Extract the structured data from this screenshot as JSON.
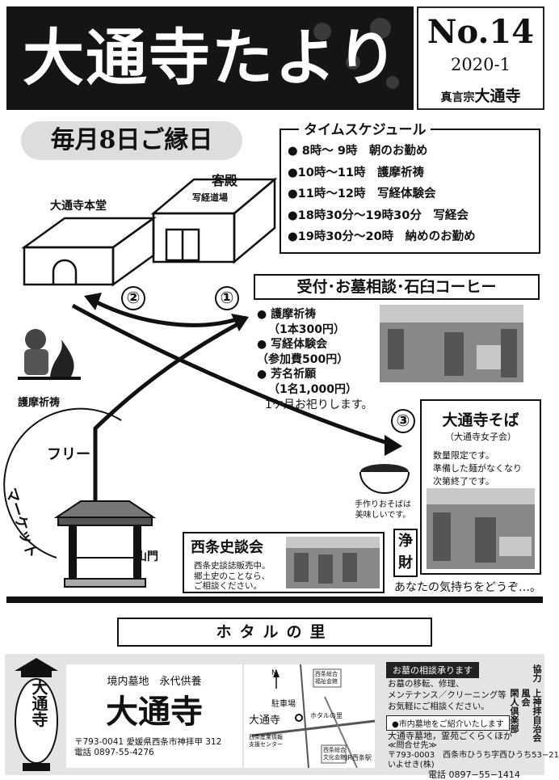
{
  "header": {
    "title": "大通寺たより",
    "issue_no": "No.14",
    "date": "2020-1",
    "sect": "真言宗",
    "temple": "大通寺"
  },
  "banner": {
    "monthly": "毎月8日ご縁日"
  },
  "schedule": {
    "title": "タイムスケジュール",
    "items": [
      "● 8時～ 9時　朝のお勤め",
      "●10時～11時　護摩祈祷",
      "●11時～12時　写経体験会",
      "●18時30分～19時30分　写経会",
      "●19時30分～20時　納めのお勤め"
    ]
  },
  "buildings": {
    "main_hall": "大通寺本堂",
    "guest_hall": "客殿",
    "sutra_room": "写経道場"
  },
  "reception": {
    "title": "受付･お墓相談･石臼コーヒー",
    "items": [
      "● 護摩祈祷",
      "（1本300円）",
      "● 写経体験会",
      "（参加費500円）",
      "● 芳名祈願",
      "（1名1,000円）",
      "1ケ月お祀りします。"
    ]
  },
  "goma_label": "護摩祈祷",
  "markers": {
    "one": "①",
    "two": "②",
    "three": "③"
  },
  "market": {
    "line1": "フリー",
    "line2": "マーケット"
  },
  "sanmon": "山門",
  "soba": {
    "title": "大通寺そば",
    "subtitle": "（大通寺女子会）",
    "lines": [
      "数量限定です。",
      "準備した麺がなくなり",
      "次第終了です。"
    ],
    "note_line1": "手作りおそばは",
    "note_line2": "美味しいです。"
  },
  "saijo": {
    "title": "西条史談会",
    "lines": [
      "西条史談誌販売中。",
      "郷土史のことなら、",
      "ご相談ください。"
    ]
  },
  "jozai": {
    "c1": "浄",
    "c2": "財"
  },
  "kimochi": "あなたの気持ちをどうぞ…。",
  "hotaru": "ホタルの里",
  "footer": {
    "lantern": "大通寺",
    "headline": "境内墓地　永代供養",
    "name": "大通寺",
    "address": "〒793-0041 愛媛県西条市神拝甲 312",
    "phone": "電話 0897-55-4276",
    "map": {
      "north": "N",
      "label_temple": "大通寺",
      "label_parking": "駐車場",
      "label_hotaru": "ホタルの里",
      "label_station": "JR西条駅",
      "label_welfare": "西条総合福祉会館",
      "label_center": "西条産業情報支援センター",
      "label_culture": "西条総合文化会館"
    },
    "consult_badge": "お墓の相談承ります",
    "consult_lines": [
      "お墓の移転、修理、",
      "メンテナンス／クリーニング等",
      "お気軽にご相談ください。"
    ],
    "intro_badge": "●市内墓地をご紹介いたします",
    "cemetery": "大通寺墓地，霊苑ごくらくほか",
    "contact_label": "≪問合せ先≫",
    "contact_addr": "〒793-0003　西条市ひうち字西ひうち53−21",
    "contact_company": "いよせき(株)",
    "contact_phone": "電話 0897−55−1414",
    "cooperation": "協力",
    "coop_org1": "上神拝自治会",
    "coop_org2": "風会",
    "coop_org3": "閑人倶楽部"
  }
}
